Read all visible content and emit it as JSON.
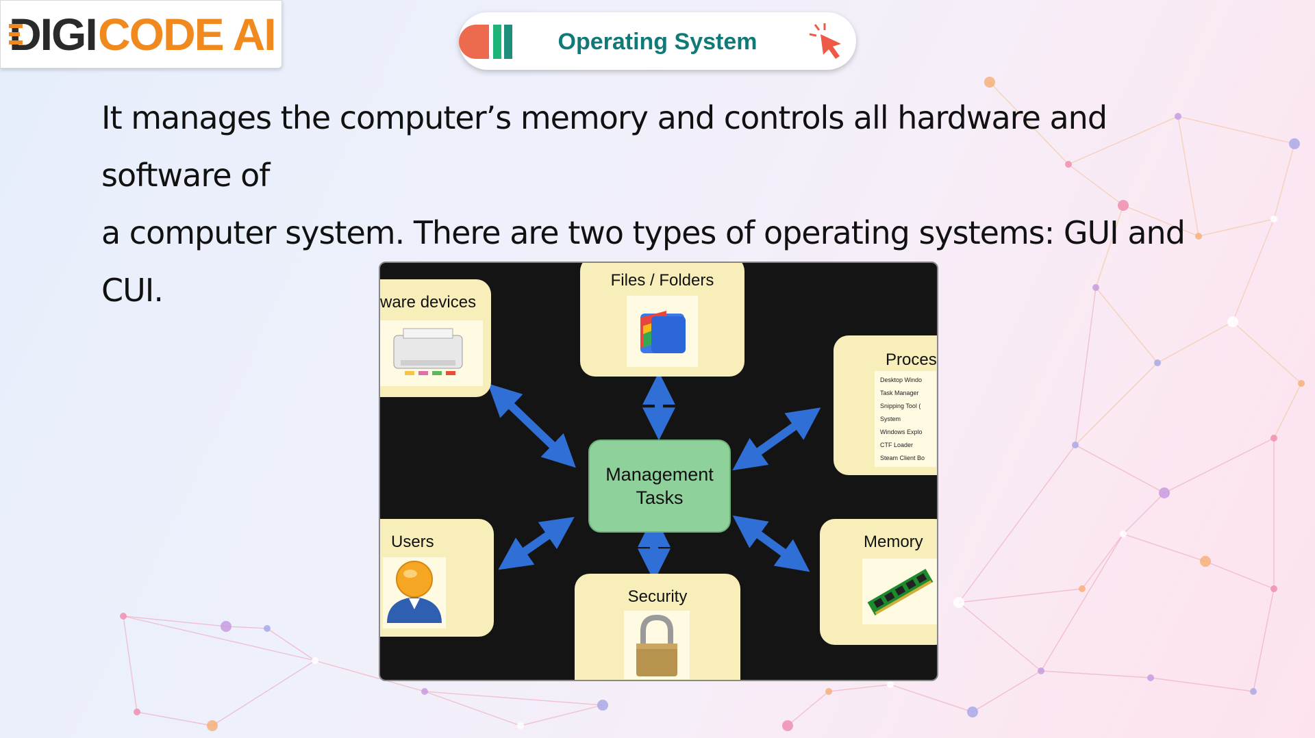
{
  "logo": {
    "text": "DIGICODE AI",
    "colors": {
      "dark": "#2a2a2a",
      "accent": "#f08a1e"
    }
  },
  "header": {
    "title": "Operating System"
  },
  "intro": {
    "line1": "It manages the computer’s memory and controls all hardware and software of",
    "line2": "a computer system. There are two types of operating systems: GUI and CUI."
  },
  "diagram": {
    "center": {
      "line1": "Management",
      "line2": "Tasks"
    },
    "nodes": {
      "hardware": {
        "label": "ware devices",
        "icon": "printer-icon"
      },
      "files": {
        "label": "Files / Folders",
        "icon": "folder-icon"
      },
      "processes": {
        "label": "Proces",
        "icon": "task-list-icon",
        "items": [
          "Desktop Windo",
          "Task Manager",
          "Snipping Tool (",
          "System",
          "Windows Explo",
          "CTF Loader",
          "Steam Client Bo"
        ]
      },
      "users": {
        "label": "Users",
        "icon": "user-icon"
      },
      "security": {
        "label": "Security",
        "icon": "padlock-icon"
      },
      "memory": {
        "label": "Memory",
        "icon": "ram-stick-icon"
      }
    }
  },
  "colors": {
    "title": "#0f7a78",
    "arrow": "#2f6fd6",
    "node": "#f7eeba",
    "center": "#8fd19a"
  }
}
